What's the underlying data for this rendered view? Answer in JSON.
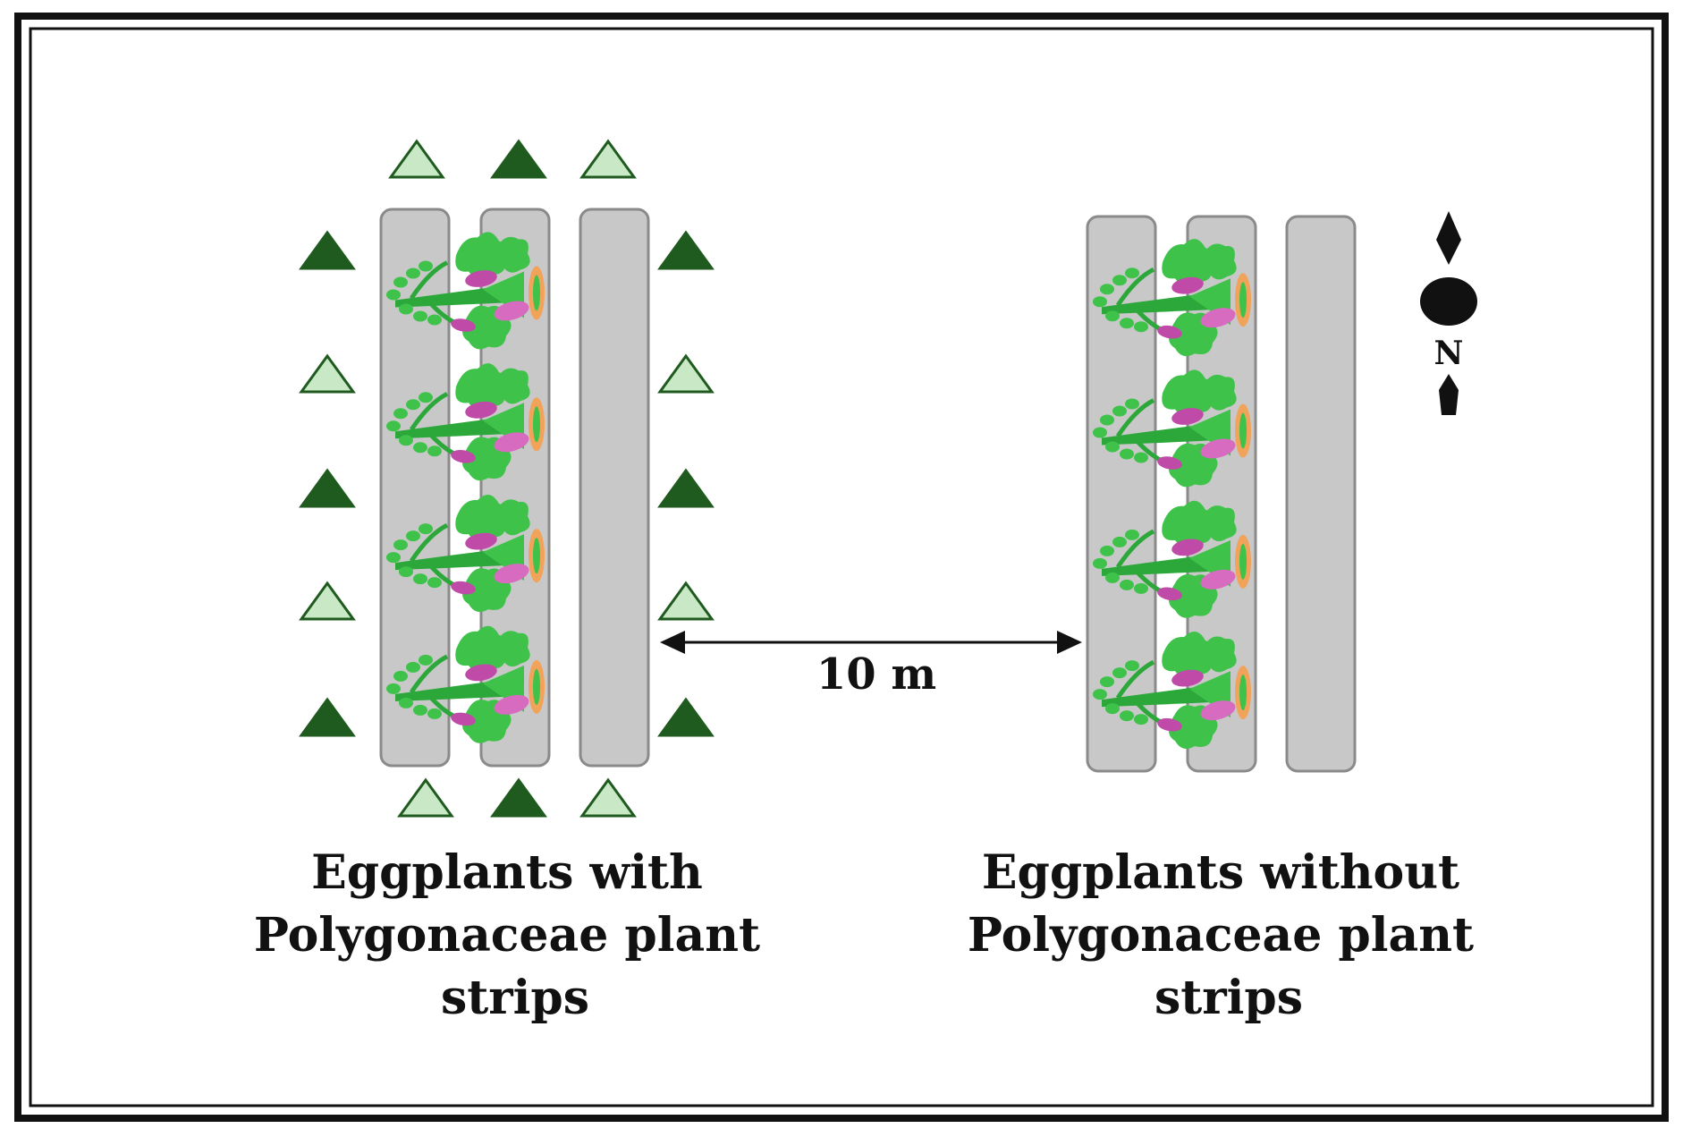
{
  "diagram": {
    "distance_label": "10 m",
    "groups": [
      {
        "id": "with-strips",
        "caption_lines": [
          "Eggplants with",
          "Polygonaceae plant",
          "strips"
        ],
        "has_polygonaceae_border": true,
        "bed_count": 3,
        "eggplants_per_bed": 4,
        "planted_beds": 2
      },
      {
        "id": "without-strips",
        "caption_lines": [
          "Eggplants without",
          "Polygonaceae plant",
          "strips"
        ],
        "has_polygonaceae_border": false,
        "bed_count": 3,
        "eggplants_per_bed": 4,
        "planted_beds": 2
      }
    ],
    "compass": {
      "label": "N"
    },
    "colors": {
      "frame": "#111111",
      "bed_fill": "#c8c8c8",
      "bed_stroke": "#8a8a8a",
      "triangle_dark": "#1f5a1f",
      "triangle_light": "#c9e8c6",
      "triangle_light_stroke": "#1f5a1f",
      "leaf": "#3fc24a",
      "leaf_dark": "#2ca83a",
      "fruit": "#c04aa8",
      "fruit_light": "#d76bc0",
      "flower": "#f2a35a"
    }
  }
}
